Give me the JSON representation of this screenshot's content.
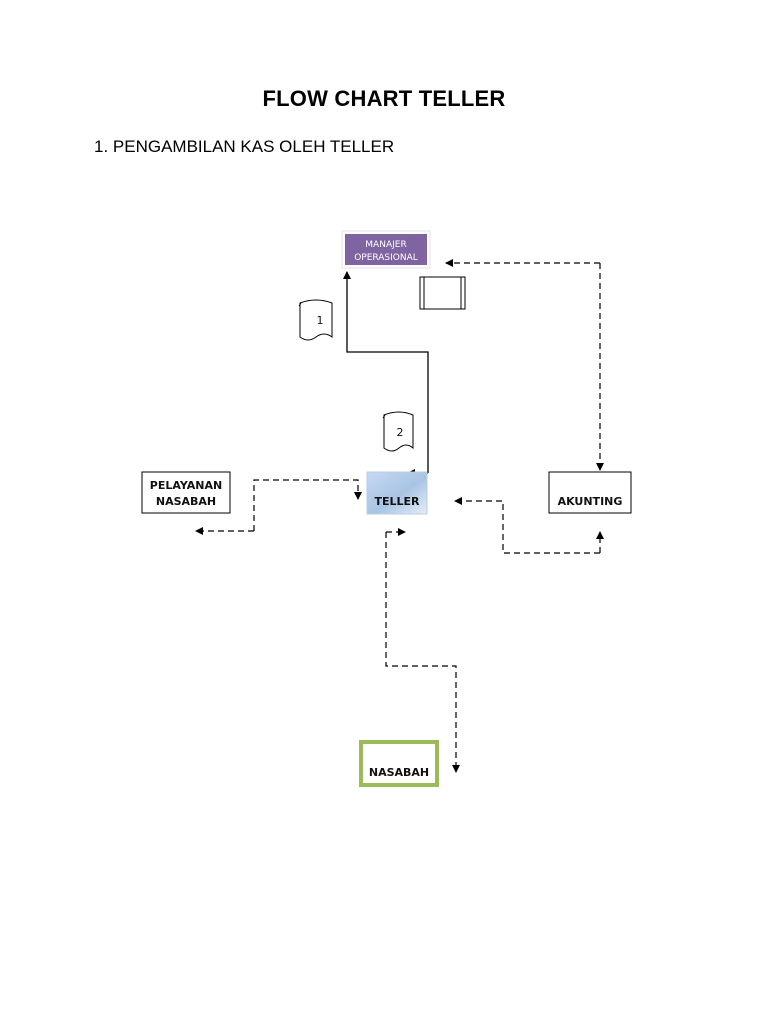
{
  "document": {
    "title": "FLOW CHART TELLER",
    "section_heading": "1. PENGAMBILAN KAS OLEH TELLER"
  },
  "nodes": {
    "manajer": {
      "line1": "MANAJER",
      "line2": "OPERASIONAL",
      "color": "#8064A2"
    },
    "teller": {
      "label": "TELLER",
      "color": "#B8CCE4"
    },
    "akunting": {
      "label": "AKUNTING"
    },
    "pelayanan": {
      "line1": "PELAYANAN",
      "line2": "NASABAH"
    },
    "nasabah": {
      "label": "NASABAH",
      "color": "#9BBB59"
    }
  },
  "documents": [
    {
      "number": "1"
    },
    {
      "number": "2"
    }
  ],
  "edges": [
    {
      "from": "teller",
      "to": "manajer",
      "style": "solid"
    },
    {
      "from": "manajer",
      "to": "teller",
      "style": "solid"
    },
    {
      "from": "manajer",
      "to": "akunting",
      "style": "dashed",
      "bidirectional": true
    },
    {
      "from": "akunting",
      "to": "teller",
      "style": "dashed",
      "bidirectional": true
    },
    {
      "from": "teller",
      "to": "pelayanan",
      "style": "dashed",
      "bidirectional": true
    },
    {
      "from": "teller",
      "to": "nasabah",
      "style": "dashed",
      "bidirectional": true
    }
  ]
}
